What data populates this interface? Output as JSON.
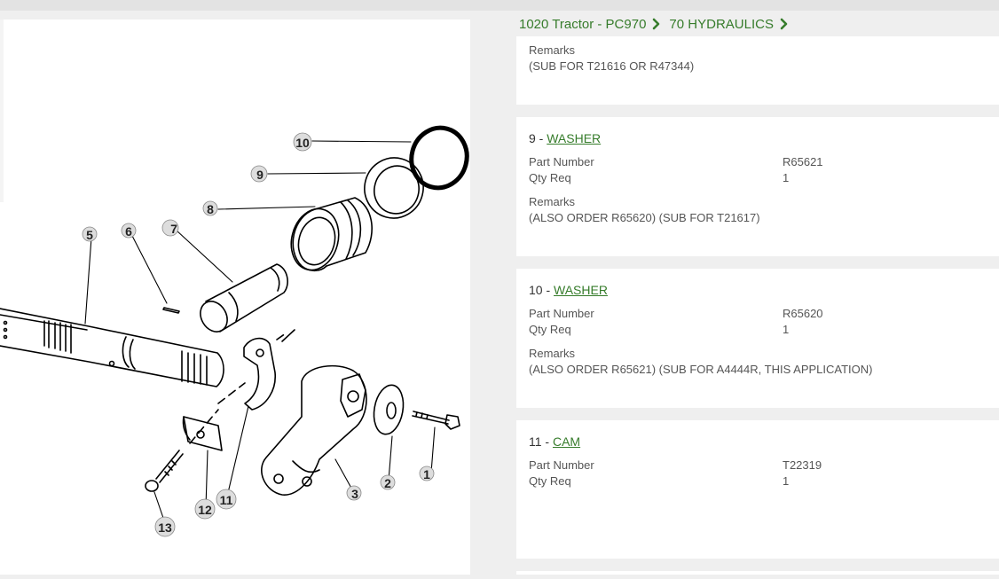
{
  "breadcrumb": {
    "items": [
      {
        "label": "1020 Tractor - PC970"
      },
      {
        "label": "70 HYDRAULICS"
      }
    ]
  },
  "diagram": {
    "callouts": [
      "1",
      "2",
      "3",
      "5",
      "6",
      "7",
      "8",
      "9",
      "10",
      "11",
      "12",
      "13"
    ]
  },
  "parts": [
    {
      "remarks_label": "Remarks",
      "remarks": "(SUB FOR T21616 OR R47344)"
    },
    {
      "number_prefix": "9 - ",
      "name": "WASHER",
      "part_number_label": "Part Number",
      "part_number": "R65621",
      "qty_label": "Qty Req",
      "qty": "1",
      "remarks_label": "Remarks",
      "remarks": "(ALSO ORDER R65620) (SUB FOR T21617)"
    },
    {
      "number_prefix": "10 - ",
      "name": "WASHER",
      "part_number_label": "Part Number",
      "part_number": "R65620",
      "qty_label": "Qty Req",
      "qty": "1",
      "remarks_label": "Remarks",
      "remarks": "(ALSO ORDER R65621) (SUB FOR A4444R, THIS APPLICATION)"
    },
    {
      "number_prefix": "11 - ",
      "name": "CAM",
      "part_number_label": "Part Number",
      "part_number": "T22319",
      "qty_label": "Qty Req",
      "qty": "1"
    }
  ],
  "colors": {
    "accent": "#367c2b",
    "text": "#555555",
    "background": "#efefef",
    "card": "#ffffff"
  }
}
